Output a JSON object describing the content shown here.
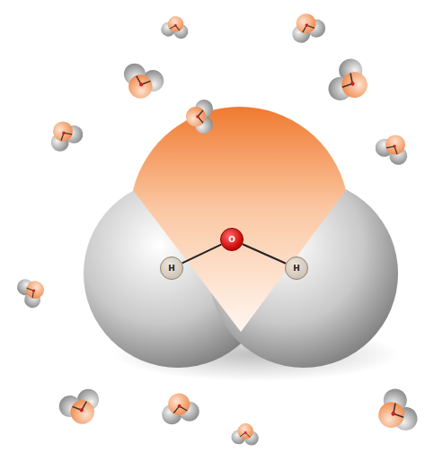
{
  "diagram": {
    "nodes": [
      {
        "text": [
          "O"
        ]
      },
      {
        "text": [
          "H"
        ]
      },
      {
        "text": [
          "H"
        ]
      }
    ],
    "edges": [
      {
        "from": 0,
        "to": 1,
        "arrow": "none"
      },
      {
        "from": 0,
        "to": 2,
        "arrow": "none"
      }
    ]
  }
}
